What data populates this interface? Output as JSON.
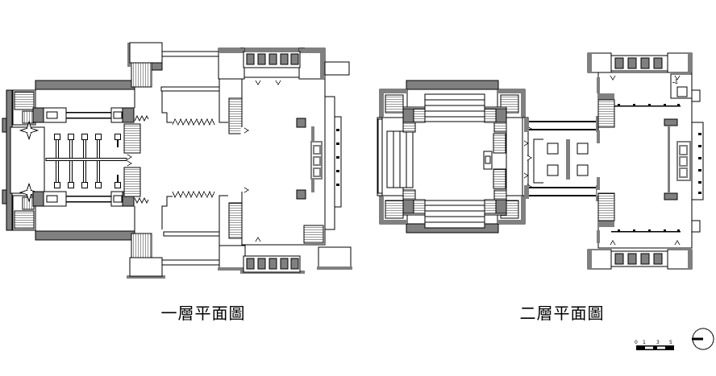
{
  "page": {
    "background": "#ffffff"
  },
  "figures": [
    {
      "id": "first-floor-plan",
      "caption": "一層平面圖"
    },
    {
      "id": "second-floor-plan",
      "caption": "二層平面圖"
    }
  ],
  "scale_bar": {
    "tick_labels": [
      "0",
      "1",
      "3",
      "5"
    ]
  },
  "icons": {
    "north_indicator": "circle-with-west-bar",
    "stair": "hatched-treads",
    "door": "chevron-leaf"
  },
  "colors": {
    "wall_gray": "#808080",
    "line_black": "#000000",
    "background_white": "#ffffff"
  }
}
